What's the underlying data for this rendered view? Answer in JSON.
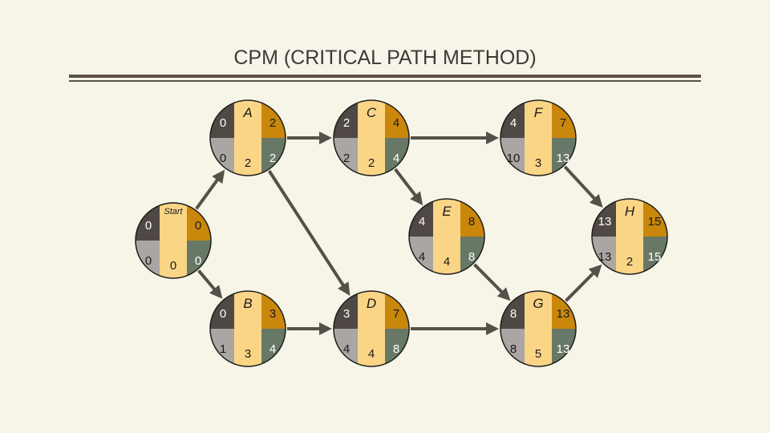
{
  "title": "CPM (CRITICAL PATH METHOD)",
  "colors": {
    "es_quadrant": "#4f4845",
    "ls_quadrant": "#a9a6a4",
    "ef_quadrant": "#c9870b",
    "lf_quadrant": "#687866",
    "center_band": "#fbd586",
    "outline": "#1d1d1d",
    "arrow": "#555049",
    "background": "#f7f5e7"
  },
  "nodes": [
    {
      "id": "start",
      "name": "Start",
      "es": "0",
      "ef": "0",
      "ls": "0",
      "lf": "0",
      "duration": "0"
    },
    {
      "id": "A",
      "name": "A",
      "es": "0",
      "ef": "2",
      "ls": "0",
      "lf": "2",
      "duration": "2"
    },
    {
      "id": "C",
      "name": "C",
      "es": "2",
      "ef": "4",
      "ls": "2",
      "lf": "4",
      "duration": "2"
    },
    {
      "id": "F",
      "name": "F",
      "es": "4",
      "ef": "7",
      "ls": "10",
      "lf": "13",
      "duration": "3"
    },
    {
      "id": "E",
      "name": "E",
      "es": "4",
      "ef": "8",
      "ls": "4",
      "lf": "8",
      "duration": "4"
    },
    {
      "id": "H",
      "name": "H",
      "es": "13",
      "ef": "15",
      "ls": "13",
      "lf": "15",
      "duration": "2"
    },
    {
      "id": "B",
      "name": "B",
      "es": "0",
      "ef": "3",
      "ls": "1",
      "lf": "4",
      "duration": "3"
    },
    {
      "id": "D",
      "name": "D",
      "es": "3",
      "ef": "7",
      "ls": "4",
      "lf": "8",
      "duration": "4"
    },
    {
      "id": "G",
      "name": "G",
      "es": "8",
      "ef": "13",
      "ls": "8",
      "lf": "13",
      "duration": "5"
    }
  ],
  "edges": [
    {
      "from": "start",
      "to": "A"
    },
    {
      "from": "start",
      "to": "B"
    },
    {
      "from": "A",
      "to": "C"
    },
    {
      "from": "A",
      "to": "D"
    },
    {
      "from": "C",
      "to": "F"
    },
    {
      "from": "C",
      "to": "E"
    },
    {
      "from": "B",
      "to": "D"
    },
    {
      "from": "D",
      "to": "G"
    },
    {
      "from": "E",
      "to": "G"
    },
    {
      "from": "F",
      "to": "H"
    },
    {
      "from": "G",
      "to": "H"
    }
  ]
}
